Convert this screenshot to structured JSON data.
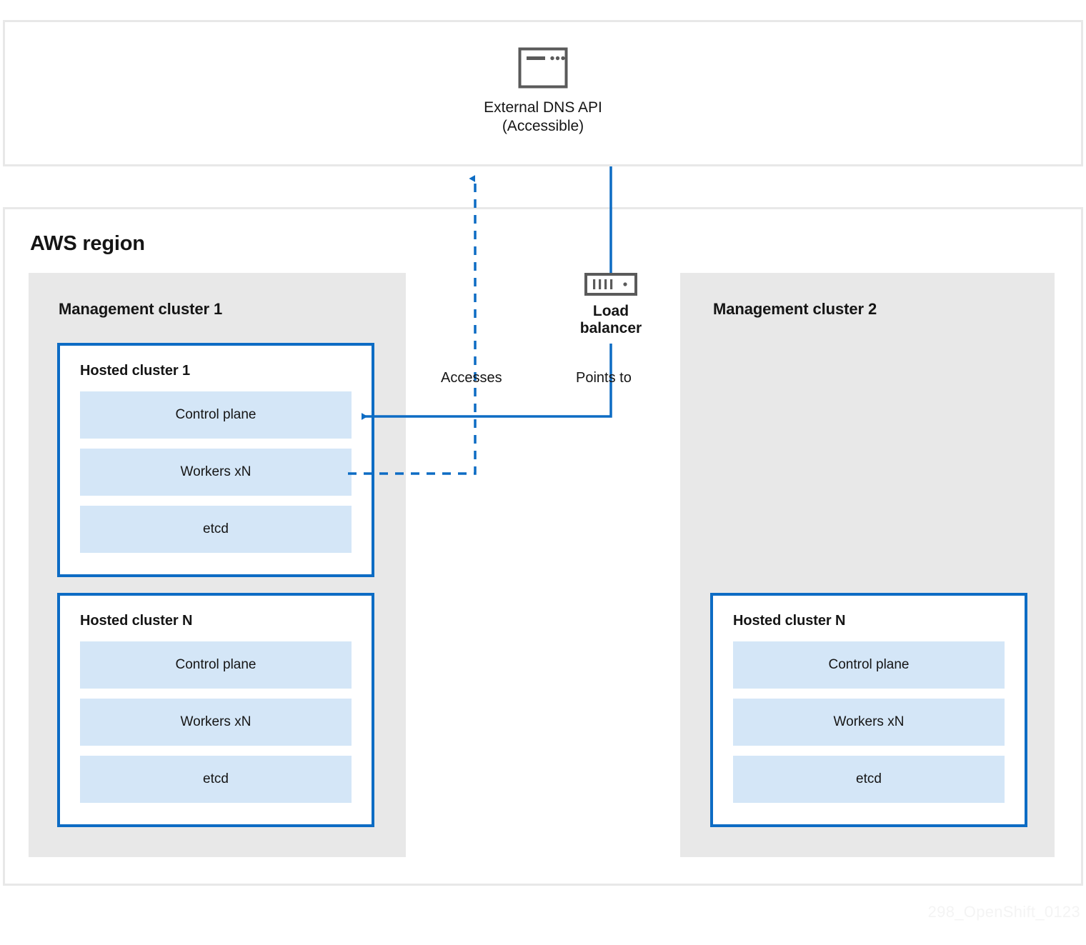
{
  "diagram": {
    "watermark": "298_OpenShift_0123",
    "colors": {
      "accent_blue": "#0d6cc4",
      "component_fill": "#d4e6f7",
      "cluster_gray": "#e8e8e8",
      "panel_border": "#e8e8e8",
      "icon_stroke": "#5a5a5a",
      "text": "#151515"
    }
  },
  "external_zone": {
    "dns_node": {
      "icon": "browser-window-icon",
      "title": "External DNS API",
      "subtitle": "(Accessible)"
    }
  },
  "region": {
    "title": "AWS region",
    "load_balancer": {
      "icon": "load-balancer-icon",
      "title": "Load",
      "subtitle": "balancer"
    },
    "edges": [
      {
        "name": "accesses",
        "label": "Accesses",
        "style": "dashed",
        "from": "workers-xN (hosted cluster 1)",
        "to": "External DNS API"
      },
      {
        "name": "points-to",
        "label": "Points to",
        "style": "solid",
        "from": "Load balancer",
        "to": "control-plane (hosted cluster 1)"
      },
      {
        "name": "dns-to-lb",
        "label": "",
        "style": "solid",
        "from": "External DNS API",
        "to": "Load balancer"
      }
    ],
    "management_clusters": [
      {
        "title": "Management cluster 1",
        "hosted_clusters": [
          {
            "title": "Hosted cluster 1",
            "components": [
              "Control plane",
              "Workers xN",
              "etcd"
            ]
          },
          {
            "title": "Hosted cluster N",
            "components": [
              "Control plane",
              "Workers xN",
              "etcd"
            ]
          }
        ]
      },
      {
        "title": "Management cluster 2",
        "hosted_clusters": [
          {
            "title": "Hosted cluster N",
            "components": [
              "Control plane",
              "Workers xN",
              "etcd"
            ]
          }
        ]
      }
    ]
  }
}
